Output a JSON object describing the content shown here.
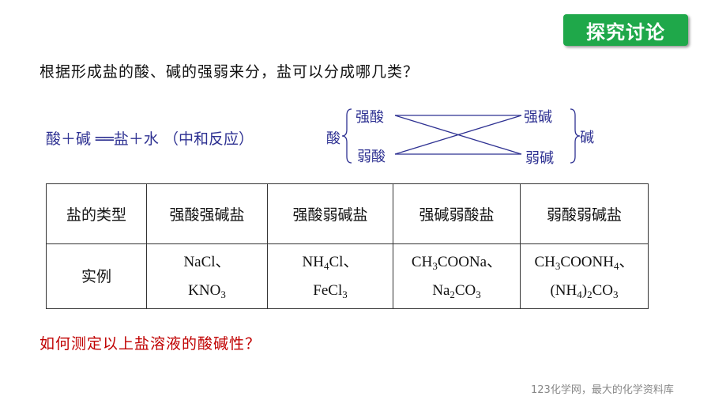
{
  "badge": "探究讨论",
  "question": "根据形成盐的酸、碱的强弱来分，盐可以分成哪几类？",
  "equation": "酸＋碱 ══盐＋水 （中和反应）",
  "diagram": {
    "acid": "酸",
    "strong_acid": "强酸",
    "weak_acid": "弱酸",
    "base": "碱",
    "strong_base": "强碱",
    "weak_base": "弱碱"
  },
  "table": {
    "headers": [
      "盐的类型",
      "强酸强碱盐",
      "强酸弱碱盐",
      "强碱弱酸盐",
      "弱酸弱碱盐"
    ],
    "row_label": "实例",
    "examples": [
      [
        [
          [
            "NaCl、",
            0
          ]
        ],
        [
          [
            "KNO",
            0
          ],
          [
            "3",
            1
          ]
        ]
      ],
      [
        [
          [
            "NH",
            0
          ],
          [
            "4",
            1
          ],
          [
            "Cl、",
            0
          ]
        ],
        [
          [
            "FeCl",
            0
          ],
          [
            "3",
            1
          ]
        ]
      ],
      [
        [
          [
            "CH",
            0
          ],
          [
            "3",
            1
          ],
          [
            "COONa、",
            0
          ]
        ],
        [
          [
            "Na",
            0
          ],
          [
            "2",
            1
          ],
          [
            "CO",
            0
          ],
          [
            "3",
            1
          ]
        ]
      ],
      [
        [
          [
            "CH",
            0
          ],
          [
            "3",
            1
          ],
          [
            "COONH",
            0
          ],
          [
            "4",
            1
          ],
          [
            "、",
            0
          ]
        ],
        [
          [
            "(NH",
            0
          ],
          [
            "4",
            1
          ],
          [
            ")",
            0
          ],
          [
            "2",
            1
          ],
          [
            "CO",
            0
          ],
          [
            "3",
            1
          ]
        ]
      ]
    ]
  },
  "prompt": "如何测定以上盐溶液的酸碱性？",
  "footer": "123化学网，最大的化学资料库"
}
